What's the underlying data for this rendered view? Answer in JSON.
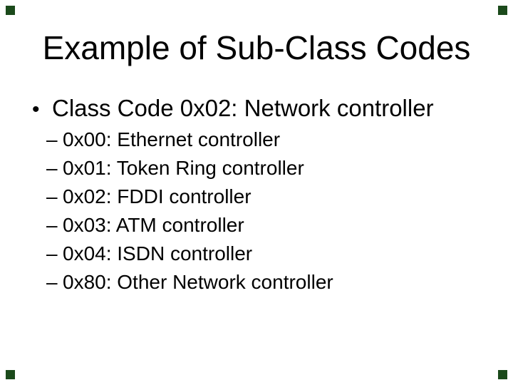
{
  "slide": {
    "title": "Example of Sub-Class Codes",
    "background_color": "#ffffff",
    "text_color": "#000000",
    "corner_marker_color": "#1b4a1b"
  },
  "content": {
    "bullet": {
      "marker": "•",
      "text": "Class Code 0x02: Network controller"
    },
    "sub_bullets": {
      "marker": "–",
      "items": [
        {
          "text": "0x00: Ethernet controller"
        },
        {
          "text": "0x01: Token Ring controller"
        },
        {
          "text": "0x02: FDDI controller"
        },
        {
          "text": "0x03: ATM controller"
        },
        {
          "text": "0x04: ISDN controller"
        },
        {
          "text": "0x80: Other Network controller"
        }
      ]
    }
  }
}
